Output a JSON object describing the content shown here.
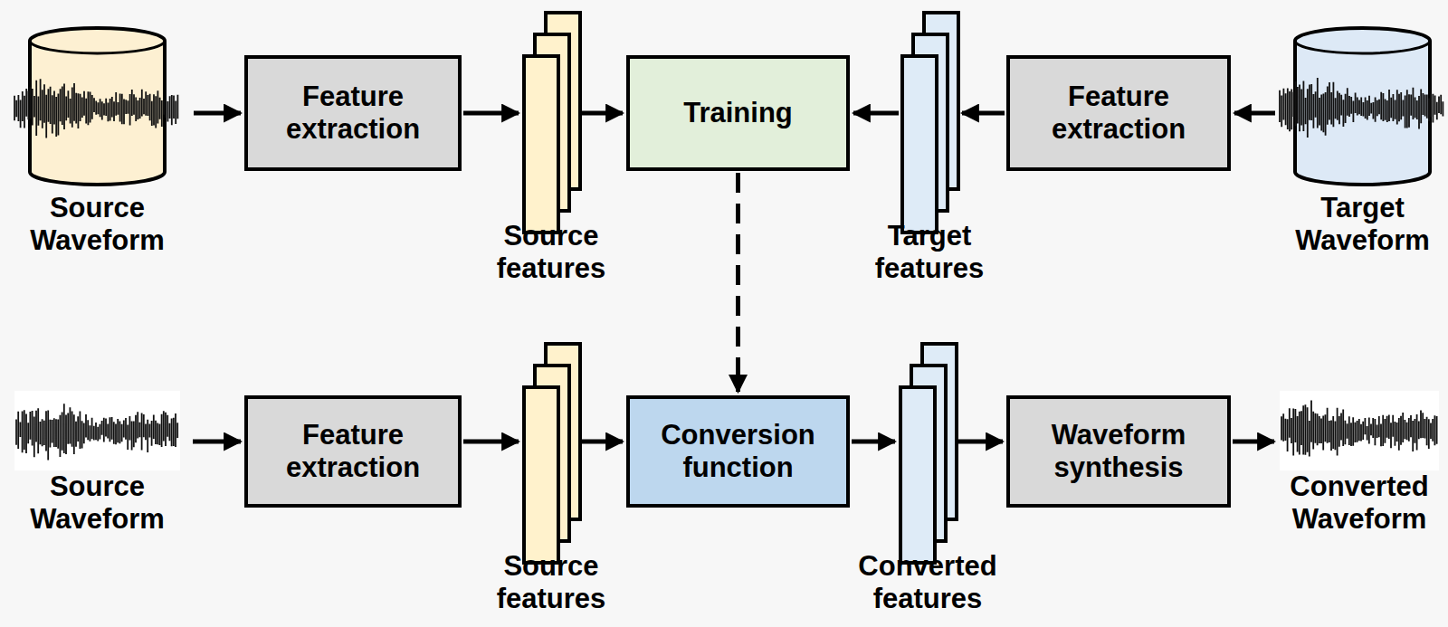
{
  "diagram": {
    "nodes": [
      {
        "text": [
          "Source Waveform"
        ]
      },
      {
        "text": [
          "Feature extraction"
        ]
      },
      {
        "text": [
          "Source features"
        ]
      },
      {
        "text": [
          "Training"
        ]
      },
      {
        "text": [
          "Target features"
        ]
      },
      {
        "text": [
          "Feature extraction"
        ]
      },
      {
        "text": [
          "Target Waveform"
        ]
      },
      {
        "text": [
          "Source Waveform"
        ]
      },
      {
        "text": [
          "Feature extraction"
        ]
      },
      {
        "text": [
          "Source features"
        ]
      },
      {
        "text": [
          "Conversion function"
        ]
      },
      {
        "text": [
          "Converted features"
        ]
      },
      {
        "text": [
          "Waveform synthesis"
        ]
      },
      {
        "text": [
          "Converted Waveform"
        ]
      }
    ],
    "edges": [
      {
        "from": 0,
        "to": 1,
        "arrow": "to"
      },
      {
        "from": 1,
        "to": 2,
        "arrow": "to"
      },
      {
        "from": 2,
        "to": 3,
        "arrow": "to"
      },
      {
        "from": 4,
        "to": 3,
        "arrow": "to"
      },
      {
        "from": 5,
        "to": 4,
        "arrow": "to"
      },
      {
        "from": 6,
        "to": 5,
        "arrow": "to"
      },
      {
        "from": 3,
        "to": 10,
        "arrow": "to"
      },
      {
        "from": 7,
        "to": 8,
        "arrow": "to"
      },
      {
        "from": 8,
        "to": 9,
        "arrow": "to"
      },
      {
        "from": 9,
        "to": 10,
        "arrow": "to"
      },
      {
        "from": 10,
        "to": 11,
        "arrow": "to"
      },
      {
        "from": 11,
        "to": 12,
        "arrow": "to"
      },
      {
        "from": 12,
        "to": 13,
        "arrow": "to"
      }
    ]
  }
}
